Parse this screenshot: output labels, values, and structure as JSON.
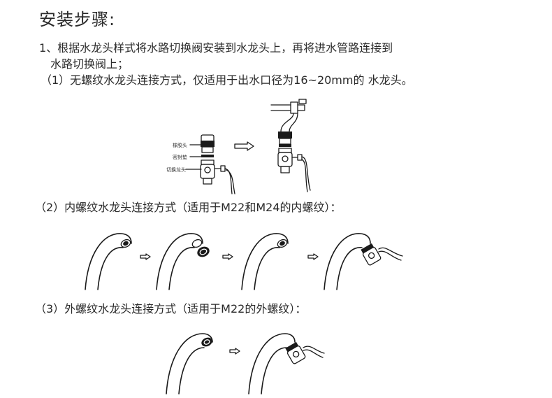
{
  "title": "安装步骤:",
  "step1": {
    "line1": "1、根据水龙头样式将水路切换阀安装到水龙头上，再将进水管路连接到",
    "line2": "水路切换阀上；"
  },
  "method1": "（1）无螺纹水龙头连接方式，仅适用于出水口径为16~20mm的 水龙头。",
  "method2": "（2）内螺纹水龙头连接方式（适用于M22和M24的内螺纹）：",
  "method3": "（3）外螺纹水龙头连接方式（适用于M22的外螺纹）：",
  "diagram_labels": {
    "rubber_head": "橡胶头",
    "seal_gasket": "密封垫",
    "switch_faucet": "切换龙头"
  },
  "icons": [
    "arrow-right-icon"
  ]
}
